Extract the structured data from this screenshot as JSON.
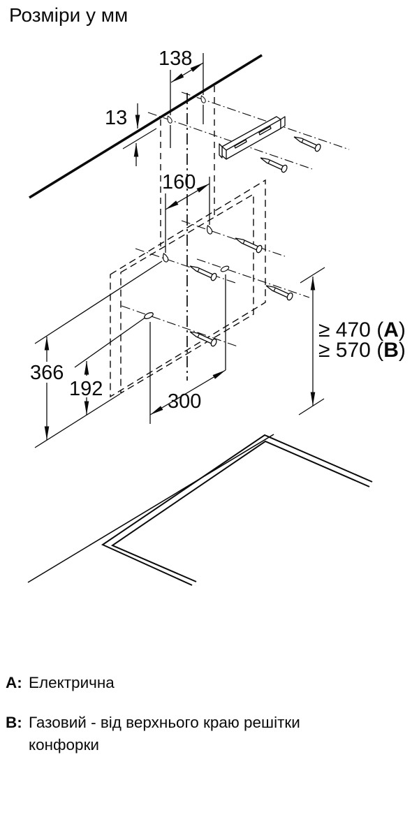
{
  "title": "Розміри у мм",
  "diagram": {
    "dimensions": {
      "bracket_hole_spacing": "138",
      "ceiling_gap": "13",
      "upper_anchor_spacing": "160",
      "mount_height_total": "366",
      "lower_anchor_height": "192",
      "lower_anchor_spacing": "300"
    },
    "clearances": [
      {
        "prefix": "≥ 470 (",
        "key": "A",
        "suffix": ")"
      },
      {
        "prefix": "≥ 570 (",
        "key": "B",
        "suffix": ")"
      }
    ]
  },
  "legend": [
    {
      "key": "A:",
      "text": "Електрична"
    },
    {
      "key": "B:",
      "text": "Газовий - від верхнього краю решітки конфорки"
    }
  ]
}
